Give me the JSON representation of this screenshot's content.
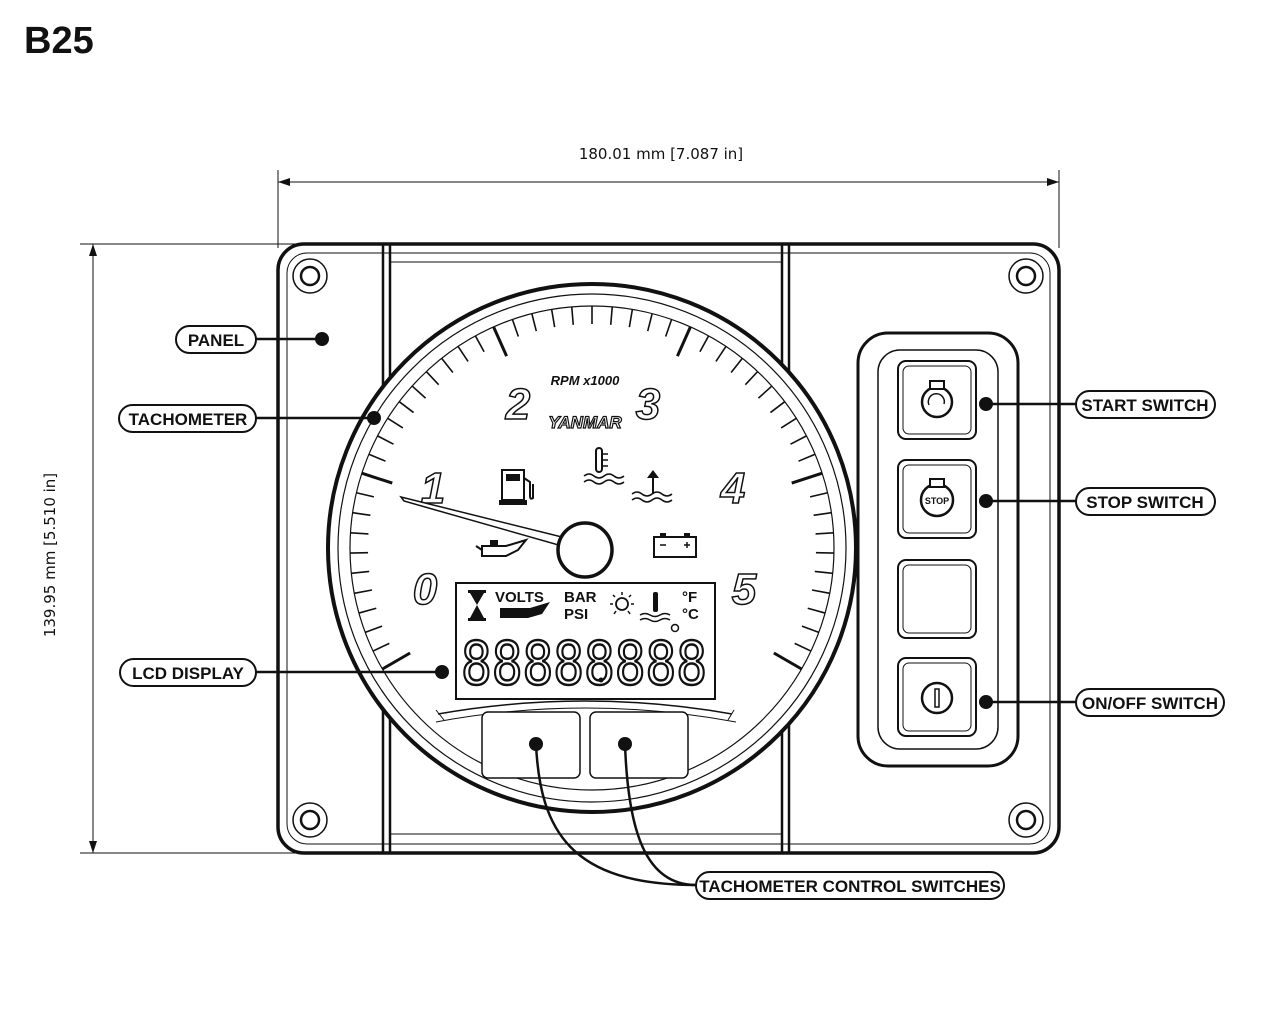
{
  "title": "B25",
  "dimensions": {
    "width": "180.01 mm [7.087 in]",
    "height": "139.95 mm [5.510 in]"
  },
  "callouts": {
    "panel": "PANEL",
    "tachometer": "TACHOMETER",
    "lcd_display": "LCD DISPLAY",
    "start_switch": "START SWITCH",
    "stop_switch": "STOP SWITCH",
    "onoff_switch": "ON/OFF SWITCH",
    "control_switches": "TACHOMETER CONTROL SWITCHES"
  },
  "gauge": {
    "scale_label": "RPM x1000",
    "brand": "YANMAR",
    "numbers": [
      "0",
      "1",
      "2",
      "3",
      "4",
      "5"
    ]
  },
  "lcd": {
    "volts": "VOLTS",
    "bar": "BAR",
    "psi": "PSI",
    "deg_f": "°F",
    "deg_c": "°C",
    "digits": "88888888"
  },
  "switches": {
    "stop_text": "STOP"
  },
  "icons": {
    "fuel": "fuel-pump-icon",
    "coolant": "coolant-temp-icon",
    "water": "water-level-icon",
    "oil": "oil-can-icon",
    "battery": "battery-icon",
    "start": "start-icon",
    "onoff": "power-icon"
  }
}
